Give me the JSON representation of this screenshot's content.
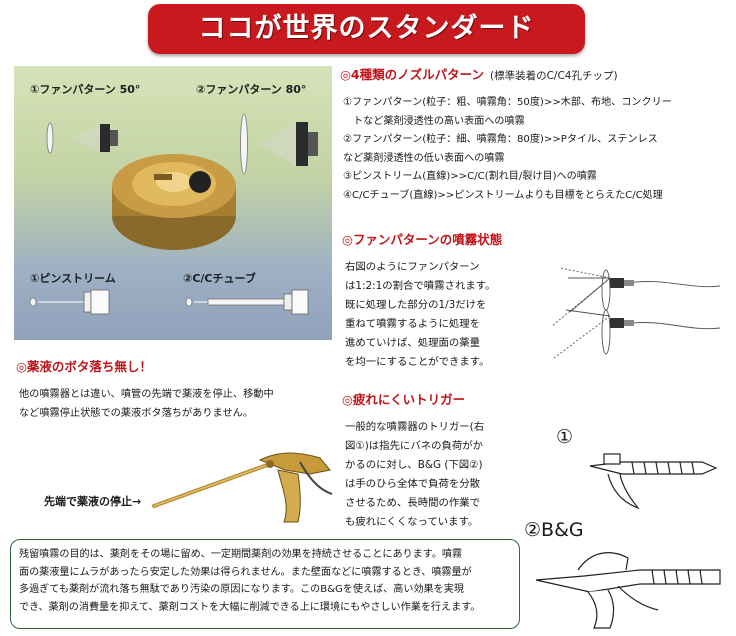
{
  "banner": {
    "title": "ココが世界のスタンダード"
  },
  "photo": {
    "label_fan50": "①ファンパターン 50°",
    "label_fan80": "②ファンパターン 80°",
    "label_pin": "①ピンストリーム",
    "label_cc": "②C/Cチューブ"
  },
  "nozzle": {
    "heading": "◎4種類のノズルパターン",
    "subheading": "(標準装着のC/C4孔チップ)",
    "lines": [
      "①ファンパターン(粒子：粗、噴霧角：50度)>>木部、布地、コンクリー",
      "　トなど薬剤浸透性の高い表面への噴霧",
      "②ファンパターン(粒子：細、噴霧角：80度)>>Pタイル、ステンレス",
      "など薬剤浸透性の低い表面への噴霧",
      "③ピンストリーム(直線)>>C/C(割れ目/裂け目)への噴霧",
      "④C/Cチューブ(直線)>>ピンストリームよりも目標をとらえたC/C処理"
    ]
  },
  "fan_state": {
    "heading": "◎ファンパターンの噴霧状態",
    "lines": [
      "右図のようにファンパターン",
      "は1:2:1の割合で噴霧されます。",
      "既に処理した部分の1/3だけを",
      "重ねて噴霧するように処理を",
      "進めていけば、処理面の薬量",
      "を均一にすることができます。"
    ]
  },
  "drip": {
    "heading": "◎薬液のボタ落ち無し！",
    "lines": [
      "他の噴霧器とは違い、噴管の先端で薬液を停止、移動中",
      "など噴霧停止状態での薬液ボタ落ちがありません。"
    ],
    "caption": "先端で薬液の停止→"
  },
  "trigger": {
    "heading": "◎疲れにくいトリガー",
    "lines": [
      "一般的な噴霧器のトリガー(右",
      "図①)は指先にバネの負荷がか",
      "かるのに対し、B&G (下図②)",
      "は手のひら全体で負荷を分散",
      "させるため、長時間の作業で",
      "も疲れにくくなっています。"
    ],
    "label_1": "①",
    "label_2": "②B&G"
  },
  "note": {
    "lines": [
      "残留噴霧の目的は、薬剤をその場に留め、一定期間薬剤の効果を持続させることにあります。噴霧",
      "面の薬液量にムラがあったら安定した効果は得られません。また壁面などに噴霧するとき、噴霧量が",
      "多過ぎても薬剤が流れ落ち無駄であり汚染の原因になります。このB&Gを使えば、高い効果を実現",
      "でき、薬剤の消費量を抑えて、薬剤コストを大幅に削減できる上に環境にもやさしい作業を行えます。"
    ]
  }
}
